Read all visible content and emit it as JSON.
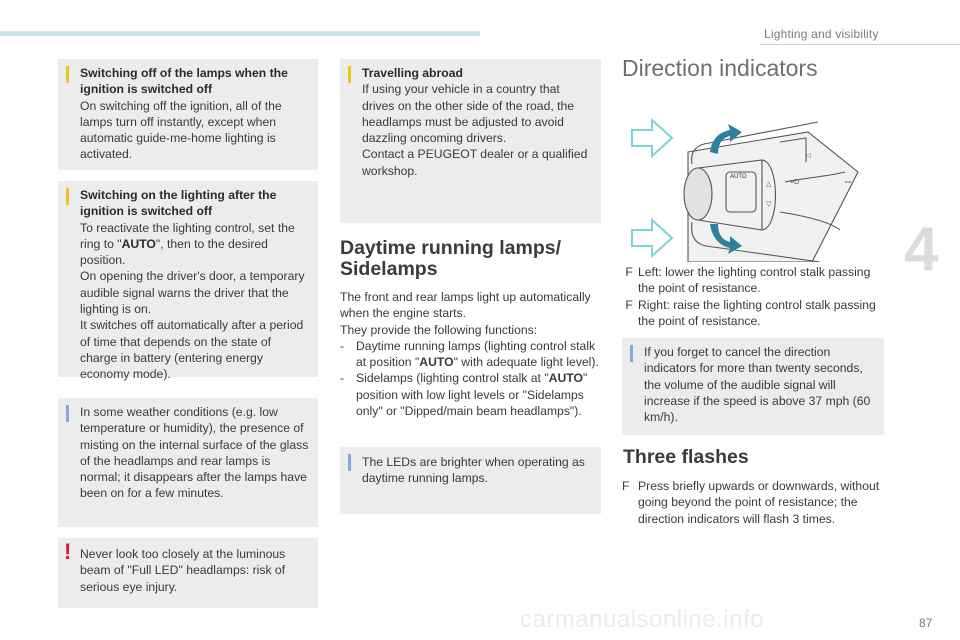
{
  "header": {
    "section_title": "Lighting and visibility",
    "chapter_number": "4",
    "page_number": "87",
    "watermark": "carmanualsonline.info"
  },
  "left_column": {
    "box_off": {
      "title": "Switching off of the lamps when the ignition is switched off",
      "body": "On switching off the ignition, all of the lamps turn off instantly, except when automatic guide-me-home lighting is activated."
    },
    "box_on": {
      "title": "Switching on the lighting after the ignition is switched off",
      "line1_before": "To reactivate the lighting control, set the ring to \"",
      "line1_bold": "AUTO",
      "line1_after": "\", then to the desired position.",
      "line2": "On opening the driver's door, a temporary audible signal warns the driver that the lighting is on.",
      "line3": "It switches off automatically after a period of time that depends on the state of charge in battery (entering energy economy mode)."
    },
    "box_weather": {
      "body": "In some weather conditions (e.g. low temperature or humidity), the presence of misting on the internal surface of the glass of the headlamps and rear lamps is normal; it disappears after the lamps have been on for a few minutes."
    },
    "box_warning": {
      "icon": "!",
      "body": "Never look too closely at the luminous beam of \"Full LED\" headlamps: risk of serious eye injury."
    }
  },
  "middle_column": {
    "box_abroad": {
      "title": "Travelling abroad",
      "body1": "If using your vehicle in a country that drives on the other side of the road, the headlamps must be adjusted to avoid dazzling oncoming drivers.",
      "body2": "Contact a PEUGEOT dealer or a qualified workshop."
    },
    "drl_heading_line1": "Daytime running lamps/",
    "drl_heading_line2": "Sidelamps",
    "intro1": "The front and rear lamps light up automatically when the engine starts.",
    "intro2": "They provide the following functions:",
    "list": [
      {
        "marker": "-",
        "before": "Daytime running lamps (lighting control stalk at position \"",
        "bold": "AUTO",
        "after": "\" with adequate light level)."
      },
      {
        "marker": "-",
        "before": "Sidelamps (lighting control stalk at \"",
        "bold": "AUTO",
        "after": "\" position with low light levels or \"Sidelamps only\" or \"Dipped/main beam headlamps\")."
      }
    ],
    "box_led": {
      "body": "The LEDs are brighter when operating as daytime running lamps."
    }
  },
  "right_column": {
    "heading": "Direction indicators",
    "illustration": {
      "stalk_label": "AUTO",
      "arrow_color": "#7fd4d9",
      "rotation_arrow_color": "#2f7f9e"
    },
    "steps": [
      {
        "marker": " F",
        "text": "Left: lower the lighting control stalk passing the point of resistance."
      },
      {
        "marker": " F",
        "text": "Right: raise the lighting control stalk passing the point of resistance."
      }
    ],
    "box_forget": {
      "body": "If you forget to cancel the direction indicators for more than twenty seconds, the volume of the audible signal will increase if the speed is above 37 mph (60 km/h)."
    },
    "three_flashes_heading": "Three flashes",
    "three_flashes_step": {
      "marker": "F",
      "text": "Press briefly upwards or downwards, without going beyond the point of resistance; the direction indicators will flash 3 times."
    }
  }
}
